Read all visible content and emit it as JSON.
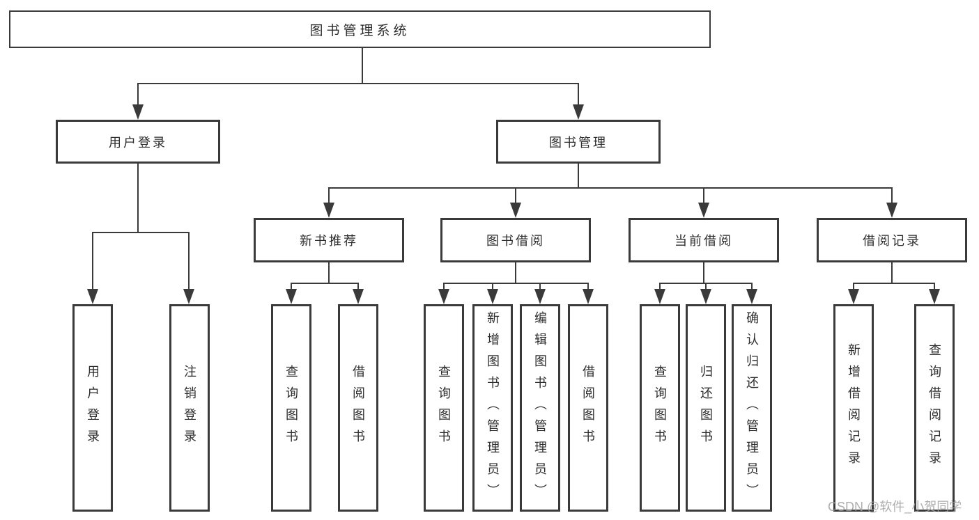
{
  "diagram_title": "图书管理系统",
  "tree": {
    "label": "图书管理系统",
    "children": [
      {
        "label": "用户登录",
        "children": [
          {
            "label": "用户登录"
          },
          {
            "label": "注销登录"
          }
        ]
      },
      {
        "label": "图书管理",
        "children": [
          {
            "label": "新书推荐",
            "children": [
              {
                "label": "查询图书"
              },
              {
                "label": "借阅图书"
              }
            ]
          },
          {
            "label": "图书借阅",
            "children": [
              {
                "label": "查询图书"
              },
              {
                "label": "新增图书（管理员）"
              },
              {
                "label": "编辑图书（管理员）"
              },
              {
                "label": "借阅图书"
              }
            ]
          },
          {
            "label": "当前借阅",
            "children": [
              {
                "label": "查询图书"
              },
              {
                "label": "归还图书"
              },
              {
                "label": "确认归还（管理员）"
              }
            ]
          },
          {
            "label": "借阅记录",
            "children": [
              {
                "label": "新增借阅记录"
              },
              {
                "label": "查询借阅记录"
              }
            ]
          }
        ]
      }
    ]
  },
  "watermark": "CSDN @软件_小贺同学",
  "colors": {
    "line": "#3a3a3a",
    "text": "#2d2d2d",
    "watermark": "#a0a0a0",
    "background": "#ffffff"
  }
}
